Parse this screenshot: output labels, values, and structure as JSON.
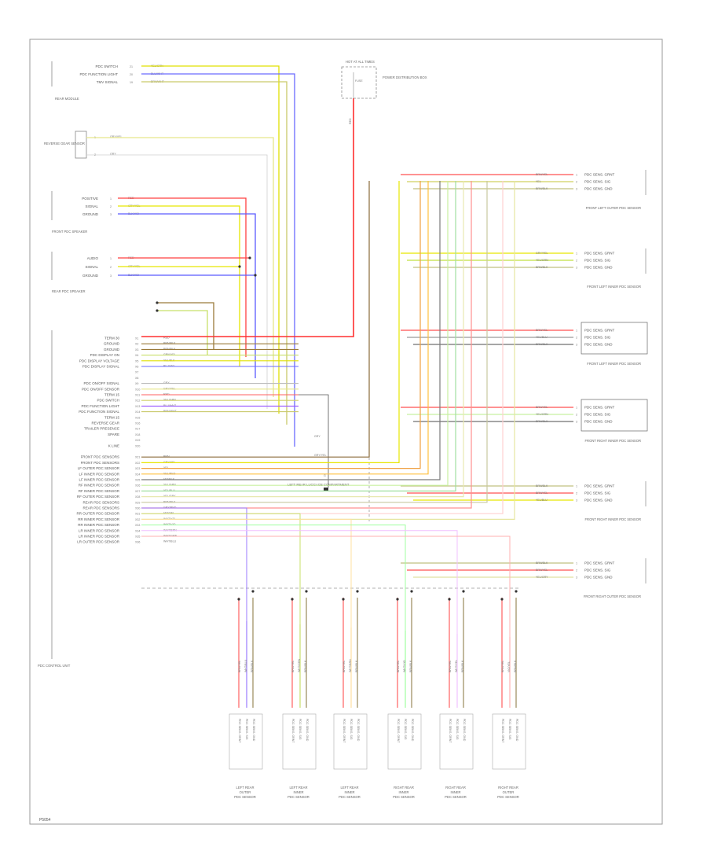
{
  "page_label": "P5054",
  "module_caption": "PDC CONTROL UNIT",
  "modules": {
    "rear_module": {
      "caption": "REAR MODULE",
      "pins": [
        {
          "label": "PDC SWITCH",
          "pin": "21",
          "wire": "YEL/GRN",
          "color": "#e6e600"
        },
        {
          "label": "PDC FUNCTION LIGHT",
          "pin": "20",
          "wire": "BLU/WHT",
          "color": "#6a6aff"
        },
        {
          "label": "TMV SIGNAL",
          "pin": "19",
          "wire": "BRN/WHT",
          "color": "#c9c96a"
        }
      ]
    },
    "reverse_sensor": {
      "caption": "REVERSE GEAR SENSOR",
      "pins": [
        {
          "label": "",
          "pin": "1",
          "wire": "GRY/YEL",
          "color": "#e6e68a"
        },
        {
          "label": "",
          "pin": "2",
          "wire": "GRY",
          "color": "#cfcfcf"
        }
      ]
    },
    "front_speaker": {
      "caption": "FRONT PDC SPEAKER",
      "pins": [
        {
          "label": "POSITIVE",
          "pin": "1",
          "wire": "RED",
          "color": "#ff4040"
        },
        {
          "label": "SIGNAL",
          "pin": "2",
          "wire": "GRY/YEL",
          "color": "#e6e600"
        },
        {
          "label": "GROUND",
          "pin": "3",
          "wire": "BLK/VIO",
          "color": "#5a5aff"
        }
      ]
    },
    "rear_speaker": {
      "caption": "REAR PDC SPEAKER",
      "pins": [
        {
          "label": "AUDIO",
          "pin": "1",
          "wire": "RED",
          "color": "#ff4040"
        },
        {
          "label": "SIGNAL",
          "pin": "2",
          "wire": "GRY/YEL",
          "color": "#e6e600"
        },
        {
          "label": "GROUND",
          "pin": "3",
          "wire": "BLK/VIO",
          "color": "#5a5aff"
        }
      ]
    },
    "fuse": {
      "caption": "HOT AT ALL TIMES",
      "fuse_name": "FUSE",
      "side_caption": "POWER DISTRIBUTION BOX",
      "wire": "RED"
    },
    "splice": {
      "caption": "LEFT REAR LUGGAGE COMPARTMENT",
      "ground": "G"
    }
  },
  "control_unit_pins": [
    {
      "label": "TERM 30",
      "pin": "X1",
      "wire": "RED",
      "color": "#ff3030"
    },
    {
      "label": "GROUND",
      "pin": "X2",
      "wire": "BRN/BLK",
      "color": "#9a7a3a"
    },
    {
      "label": "GROUND",
      "pin": "X3",
      "wire": "BRN/BLK",
      "color": "#9a7a3a"
    },
    {
      "label": "PDC DISPLAY ON",
      "pin": "X4",
      "wire": "GRN/YEL",
      "color": "#c8e06a"
    },
    {
      "label": "PDC DISPLAY VOLTAGE",
      "pin": "X5",
      "wire": "YEL/BLK",
      "color": "#e0e000"
    },
    {
      "label": "PDC DISPLAY SIGNAL",
      "pin": "X6",
      "wire": "BLU/VIO",
      "color": "#6a6aff"
    },
    {
      "label": "",
      "pin": "X7",
      "wire": "",
      "color": ""
    },
    {
      "label": "",
      "pin": "X8",
      "wire": "",
      "color": ""
    },
    {
      "label": "PDC ON/OFF SIGNAL",
      "pin": "X9",
      "wire": "GRY",
      "color": "#bdbdbd"
    },
    {
      "label": "PDC ON/OFF SENSOR",
      "pin": "X10",
      "wire": "GRY/YEL",
      "color": "#e6e68a"
    },
    {
      "label": "TERM 15",
      "pin": "X11",
      "wire": "RED",
      "color": "#ff6060"
    },
    {
      "label": "PDC SWITCH",
      "pin": "X12",
      "wire": "YEL/GRN",
      "color": "#d0d06a"
    },
    {
      "label": "PDC FUNCTION LIGHT",
      "pin": "X13",
      "wire": "BLU/WHT",
      "color": "#9a5aff"
    },
    {
      "label": "PDC FUNCTION SIGNAL",
      "pin": "X14",
      "wire": "BRN/WHT",
      "color": "#c9c96a"
    },
    {
      "label": "TERM 15",
      "pin": "X15",
      "wire": "",
      "color": ""
    },
    {
      "label": "REVERSE GEAR",
      "pin": "X16",
      "wire": "",
      "color": ""
    },
    {
      "label": "TRAILER PRESENCE",
      "pin": "X17",
      "wire": "",
      "color": ""
    },
    {
      "label": "SPARE",
      "pin": "X18",
      "wire": "",
      "color": ""
    },
    {
      "label": "",
      "pin": "X19",
      "wire": "",
      "color": ""
    },
    {
      "label": "K LINE",
      "pin": "X20",
      "wire": "",
      "color": ""
    },
    {
      "label": "",
      "pin": "",
      "wire": "",
      "color": ""
    },
    {
      "label": "FRONT PDC SENSORS",
      "pin": "X21",
      "wire": "BRN",
      "color": "#8a6a3a"
    },
    {
      "label": "FRONT PDC SENSORS",
      "pin": "X22",
      "wire": "GRY/YEL",
      "color": "#e6e600"
    },
    {
      "label": "LF OUTER PDC SENSOR",
      "pin": "X23",
      "wire": "YEL",
      "color": "#f0a040"
    },
    {
      "label": "LF INNER PDC SENSOR",
      "pin": "X24",
      "wire": "YEL/RED",
      "color": "#ffc040"
    },
    {
      "label": "LF INNER PDC SENSOR",
      "pin": "X25",
      "wire": "VIO/BLK",
      "color": "#7a7a7a"
    },
    {
      "label": "RF INNER PDC SENSOR",
      "pin": "X26",
      "wire": "YEL/GRN",
      "color": "#c8f0a0"
    },
    {
      "label": "RF INNER PDC SENSOR",
      "pin": "X27",
      "wire": "YEL/BLU",
      "color": "#a0e0a0"
    },
    {
      "label": "RF OUTER PDC SENSOR",
      "pin": "X28",
      "wire": "YEL/GRY",
      "color": "#e8e8b0"
    },
    {
      "label": "REAR PDC SENSORS",
      "pin": "X29",
      "wire": "BRN/BLK",
      "color": "#c8c8a0"
    },
    {
      "label": "REAR PDC SENSORS",
      "pin": "X30",
      "wire": "GRY/RED",
      "color": "#ff9090"
    },
    {
      "label": "RR OUTER PDC SENSOR",
      "pin": "X31",
      "wire": "VIO/YEL",
      "color": "#ffd0d0"
    },
    {
      "label": "RR INNER PDC SENSOR",
      "pin": "X32",
      "wire": "WHT/YEL",
      "color": "#f0c0ff"
    },
    {
      "label": "RR INNER PDC SENSOR",
      "pin": "X33",
      "wire": "WHT/VIO",
      "color": "#a0ffa0"
    },
    {
      "label": "LR INNER PDC SENSOR",
      "pin": "X34",
      "wire": "WHT/BRN",
      "color": "#ffe8a0"
    },
    {
      "label": "LR INNER PDC SENSOR",
      "pin": "X35",
      "wire": "WHT/GRN",
      "color": "#b0e8b0"
    },
    {
      "label": "LR OUTER PDC SENSOR",
      "pin": "X36",
      "wire": "WHT/BLU",
      "color": "#e6e6a0"
    }
  ],
  "right_sensors": [
    {
      "caption": "FRONT LEFT OUTER PDC SENSOR",
      "wires": [
        {
          "wire": "BRN/YEL",
          "pin": "1",
          "label": "PDC SENS. GRNT"
        },
        {
          "wire": "YEL",
          "pin": "2",
          "label": "PDC SENS. SIG"
        },
        {
          "wire": "BRN/BLK",
          "pin": "3",
          "label": "PDC SENS. GND"
        }
      ]
    },
    {
      "caption": "FRONT LEFT INNER PDC SENSOR",
      "wires": [
        {
          "wire": "GRY/YEL",
          "pin": "1",
          "label": "PDC SENS. GRNT"
        },
        {
          "wire": "YEL/GRN",
          "pin": "2",
          "label": "PDC SENS. SIG"
        },
        {
          "wire": "BRN/BLK",
          "pin": "3",
          "label": "PDC SENS. GND"
        }
      ]
    },
    {
      "caption": "FRONT LEFT INNER PDC SENSOR",
      "wires": [
        {
          "wire": "BRN/YEL",
          "pin": "1",
          "label": "PDC SENS. GRNT"
        },
        {
          "wire": "YEL/BLU",
          "pin": "2",
          "label": "PDC SENS. SIG"
        },
        {
          "wire": "BRN/BLK",
          "pin": "3",
          "label": "PDC SENS. GND"
        }
      ]
    },
    {
      "caption": "FRONT RIGHT INNER PDC SENSOR",
      "wires": [
        {
          "wire": "BRN/YEL",
          "pin": "1",
          "label": "PDC SENS. GRNT"
        },
        {
          "wire": "YEL/GRN",
          "pin": "2",
          "label": "PDC SENS. SIG"
        },
        {
          "wire": "BRN/BLK",
          "pin": "3",
          "label": "PDC SENS. GND"
        }
      ]
    },
    {
      "caption": "FRONT RIGHT INNER PDC SENSOR",
      "wires": [
        {
          "wire": "BRN/BLK",
          "pin": "1",
          "label": "PDC SENS. GRNT"
        },
        {
          "wire": "BRN/YEL",
          "pin": "2",
          "label": "PDC SENS. SIG"
        },
        {
          "wire": "YEL/BLU",
          "pin": "3",
          "label": "PDC SENS. GND"
        }
      ]
    },
    {
      "caption": "FRONT RIGHT OUTER PDC SENSOR",
      "wires": [
        {
          "wire": "BRN/BLK",
          "pin": "1",
          "label": "PDC SENS. GRNT"
        },
        {
          "wire": "BRN/YEL",
          "pin": "2",
          "label": "PDC SENS. SIG"
        },
        {
          "wire": "YEL/GRY",
          "pin": "3",
          "label": "PDC SENS. GND"
        }
      ]
    }
  ],
  "bottom_sensors": [
    {
      "caption": "LEFT REAR OUTER PDC SENSOR",
      "pins": [
        "PDC SENS. GRNT",
        "PDC SENS. SIG",
        "PDC SENS. GND"
      ],
      "wires": [
        "BRN/YEL",
        "WHT/BLU",
        "BRN/BLK"
      ]
    },
    {
      "caption": "LEFT REAR INNER PDC SENSOR",
      "pins": [
        "PDC SENS. GRNT",
        "PDC SENS. SIG",
        "PDC SENS. GND"
      ],
      "wires": [
        "BRN/YEL",
        "WHT/GRN",
        "BRN/BLK"
      ]
    },
    {
      "caption": "LEFT REAR INNER PDC SENSOR",
      "pins": [
        "PDC SENS. GRNT",
        "PDC SENS. SIG",
        "PDC SENS. GND"
      ],
      "wires": [
        "BRN/YEL",
        "WHT/BRN",
        "BRN/BLK"
      ]
    },
    {
      "caption": "RIGHT REAR INNER PDC SENSOR",
      "pins": [
        "PDC SENS. GRNT",
        "PDC SENS. SIG",
        "PDC SENS. GND"
      ],
      "wires": [
        "BRN/YEL",
        "WHT/VIO",
        "BRN/BLK"
      ]
    },
    {
      "caption": "RIGHT REAR INNER PDC SENSOR",
      "pins": [
        "PDC SENS. GRNT",
        "PDC SENS. SIG",
        "PDC SENS. GND"
      ],
      "wires": [
        "BRN/YEL",
        "WHT/YEL",
        "BRN/BLK"
      ]
    },
    {
      "caption": "RIGHT REAR OUTER PDC SENSOR",
      "pins": [
        "PDC SENS. GRNT",
        "PDC SENS. SIG",
        "PDC SENS. GND"
      ],
      "wires": [
        "BRN/YEL",
        "VIO/YEL",
        "BRN/BLK"
      ]
    }
  ],
  "colors": {
    "border": "#9a9a9a",
    "text": "#555555",
    "splice": "#333333"
  }
}
